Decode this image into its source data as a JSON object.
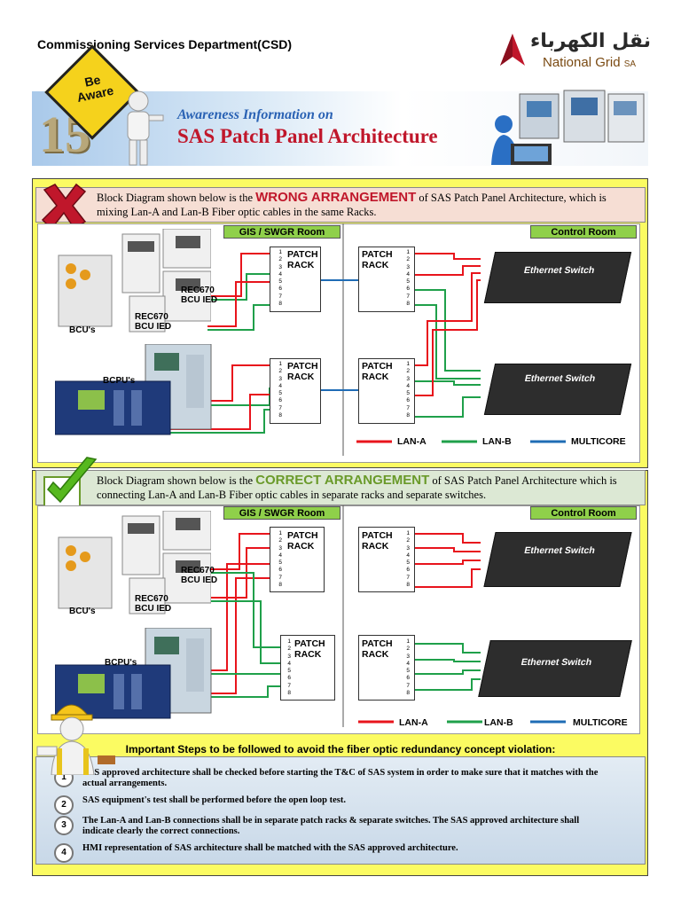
{
  "header": {
    "department": "Commissioning Services Department(CSD)",
    "logo_arabic": "نقل الكهرباء",
    "logo_english": "National Grid",
    "logo_sa": "SA"
  },
  "banner": {
    "sign_line1": "Be",
    "sign_line2": "Aware",
    "issue_number": "15",
    "subtitle": "Awareness Information on",
    "title": "SAS Patch Panel Architecture"
  },
  "wrong": {
    "text_before": "Block Diagram shown below is the ",
    "highlight": "WRONG ARRANGEMENT",
    "text_after": " of SAS Patch Panel Architecture, which is mixing Lan-A and Lan-B Fiber optic cables in the same Racks."
  },
  "correct": {
    "text_before": "Block Diagram shown below is the ",
    "highlight": "CORRECT ARRANGEMENT",
    "text_after": " of SAS Patch Panel Architecture which is connecting Lan-A and Lan-B Fiber optic cables in separate racks and separate switches."
  },
  "diagram": {
    "gis_room": "GIS / SWGR Room",
    "control_room": "Control Room",
    "patch": "PATCH",
    "rack": "RACK",
    "ethernet_switch": "Ethernet Switch",
    "bcu_label": "BCU's",
    "bcpu_label": "BCPU's",
    "ied_label_1": "REC670",
    "ied_label_2": "BCU IED",
    "ports": [
      "1",
      "2",
      "3",
      "4",
      "5",
      "6",
      "7",
      "8"
    ],
    "legend_lana": "LAN-A",
    "legend_lanb": "LAN-B",
    "legend_multicore": "MULTICORE",
    "colors": {
      "lan_a": "#e8141c",
      "lan_b": "#1fa04a",
      "multicore": "#1f6cb5",
      "room_bar": "#8fd04a"
    }
  },
  "steps": {
    "heading": "Important Steps to be followed to avoid the fiber optic redundancy concept violation:",
    "items": [
      {
        "num": "1",
        "text": "SAS approved architecture shall be checked  before starting the T&C of SAS system in  order to make sure that it matches with the actual arrangements."
      },
      {
        "num": "2",
        "text": "SAS equipment's test shall be performed before the open loop test."
      },
      {
        "num": "3",
        "text": "The Lan-A and Lan-B connections shall be in separate patch racks & separate switches. The SAS approved architecture shall indicate clearly the correct connections."
      },
      {
        "num": "4",
        "text": "HMI representation of SAS architecture shall be matched with the SAS approved architecture."
      }
    ]
  },
  "icons": [
    "wrong-x-icon",
    "correct-check-icon",
    "worker-icon",
    "be-aware-sign-icon"
  ]
}
